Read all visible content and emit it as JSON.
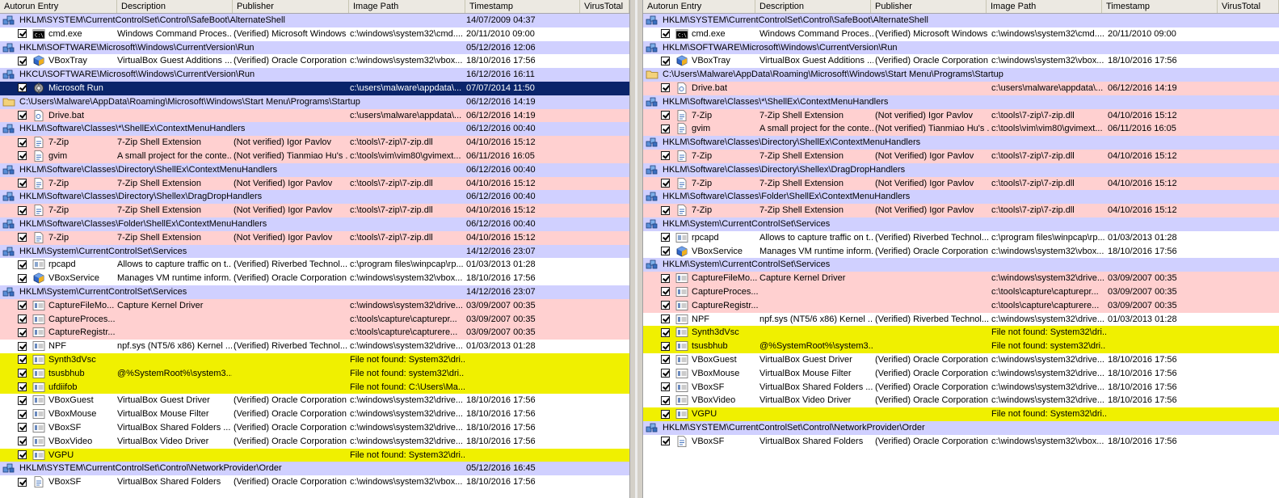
{
  "columns": [
    "Autorun Entry",
    "Description",
    "Publisher",
    "Image Path",
    "Timestamp",
    "VirusTotal"
  ],
  "colors": {
    "key_row": "#d0d0ff",
    "pink_row": "#ffd0d0",
    "yellow_row": "#f0f000",
    "selected_row": "#0a246a"
  },
  "left": {
    "rows": [
      {
        "type": "key",
        "icon": "registry-icon",
        "entry": "HKLM\\SYSTEM\\CurrentControlSet\\Control\\SafeBoot\\AlternateShell",
        "ts": "14/07/2009 04:37"
      },
      {
        "type": "item",
        "bg": "white",
        "icon": "cmd-icon",
        "entry": "cmd.exe",
        "desc": "Windows Command Proces...",
        "pub": "(Verified) Microsoft Windows",
        "path": "c:\\windows\\system32\\cmd....",
        "ts": "20/11/2010 09:00"
      },
      {
        "type": "key",
        "icon": "registry-icon",
        "entry": "HKLM\\SOFTWARE\\Microsoft\\Windows\\CurrentVersion\\Run",
        "ts": "05/12/2016 12:06"
      },
      {
        "type": "item",
        "bg": "white",
        "icon": "vbox-icon",
        "entry": "VBoxTray",
        "desc": "VirtualBox Guest Additions ...",
        "pub": "(Verified) Oracle Corporation",
        "path": "c:\\windows\\system32\\vbox...",
        "ts": "18/10/2016 17:56"
      },
      {
        "type": "key",
        "icon": "registry-icon",
        "entry": "HKCU\\SOFTWARE\\Microsoft\\Windows\\CurrentVersion\\Run",
        "ts": "16/12/2016 16:11"
      },
      {
        "type": "item",
        "bg": "selected",
        "icon": "run-icon",
        "entry": "Microsoft Run",
        "desc": "",
        "pub": "",
        "path": "c:\\users\\malware\\appdata\\...",
        "ts": "07/07/2014 11:50"
      },
      {
        "type": "key",
        "icon": "folder-icon",
        "entry": "C:\\Users\\Malware\\AppData\\Roaming\\Microsoft\\Windows\\Start Menu\\Programs\\Startup",
        "ts": "06/12/2016 14:19"
      },
      {
        "type": "item",
        "bg": "pink",
        "icon": "file-icon",
        "entry": "Drive.bat",
        "desc": "",
        "pub": "",
        "path": "c:\\users\\malware\\appdata\\...",
        "ts": "06/12/2016 14:19"
      },
      {
        "type": "key",
        "icon": "registry-icon",
        "entry": "HKLM\\Software\\Classes\\*\\ShellEx\\ContextMenuHandlers",
        "ts": "06/12/2016 00:40"
      },
      {
        "type": "item",
        "bg": "pink",
        "icon": "dll-icon",
        "entry": "7-Zip",
        "desc": "7-Zip Shell Extension",
        "pub": "(Not verified) Igor Pavlov",
        "path": "c:\\tools\\7-zip\\7-zip.dll",
        "ts": "04/10/2016 15:12"
      },
      {
        "type": "item",
        "bg": "pink",
        "icon": "dll-icon",
        "entry": "gvim",
        "desc": "A small project for the conte...",
        "pub": "(Not verified) Tianmiao Hu's ...",
        "path": "c:\\tools\\vim\\vim80\\gvimext...",
        "ts": "06/11/2016 16:05"
      },
      {
        "type": "key",
        "icon": "registry-icon",
        "entry": "HKLM\\Software\\Classes\\Directory\\ShellEx\\ContextMenuHandlers",
        "ts": "06/12/2016 00:40"
      },
      {
        "type": "item",
        "bg": "pink",
        "icon": "dll-icon",
        "entry": "7-Zip",
        "desc": "7-Zip Shell Extension",
        "pub": "(Not Verified) Igor Pavlov",
        "path": "c:\\tools\\7-zip\\7-zip.dll",
        "ts": "04/10/2016 15:12"
      },
      {
        "type": "key",
        "icon": "registry-icon",
        "entry": "HKLM\\Software\\Classes\\Directory\\Shellex\\DragDropHandlers",
        "ts": "06/12/2016 00:40"
      },
      {
        "type": "item",
        "bg": "pink",
        "icon": "dll-icon",
        "entry": "7-Zip",
        "desc": "7-Zip Shell Extension",
        "pub": "(Not Verified) Igor Pavlov",
        "path": "c:\\tools\\7-zip\\7-zip.dll",
        "ts": "04/10/2016 15:12"
      },
      {
        "type": "key",
        "icon": "registry-icon",
        "entry": "HKLM\\Software\\Classes\\Folder\\ShellEx\\ContextMenuHandlers",
        "ts": "06/12/2016 00:40"
      },
      {
        "type": "item",
        "bg": "pink",
        "icon": "dll-icon",
        "entry": "7-Zip",
        "desc": "7-Zip Shell Extension",
        "pub": "(Not Verified) Igor Pavlov",
        "path": "c:\\tools\\7-zip\\7-zip.dll",
        "ts": "04/10/2016 15:12"
      },
      {
        "type": "key",
        "icon": "registry-icon",
        "entry": "HKLM\\System\\CurrentControlSet\\Services",
        "ts": "14/12/2016 23:07"
      },
      {
        "type": "item",
        "bg": "white",
        "icon": "service-icon",
        "entry": "rpcapd",
        "desc": "Allows to capture traffic on t...",
        "pub": "(Verified) Riverbed Technol...",
        "path": "c:\\program files\\winpcap\\rp...",
        "ts": "01/03/2013 01:28"
      },
      {
        "type": "item",
        "bg": "white",
        "icon": "vbox-icon",
        "entry": "VBoxService",
        "desc": "Manages VM runtime inform...",
        "pub": "(Verified) Oracle Corporation",
        "path": "c:\\windows\\system32\\vbox...",
        "ts": "18/10/2016 17:56"
      },
      {
        "type": "key",
        "icon": "registry-icon",
        "entry": "HKLM\\System\\CurrentControlSet\\Services",
        "ts": "14/12/2016 23:07"
      },
      {
        "type": "item",
        "bg": "pink",
        "icon": "driver-icon",
        "entry": "CaptureFileMo...",
        "desc": "Capture Kernel Driver",
        "pub": "",
        "path": "c:\\windows\\system32\\drive...",
        "ts": "03/09/2007 00:35"
      },
      {
        "type": "item",
        "bg": "pink",
        "icon": "driver-icon",
        "entry": "CaptureProces...",
        "desc": "",
        "pub": "",
        "path": "c:\\tools\\capture\\capturepr...",
        "ts": "03/09/2007 00:35"
      },
      {
        "type": "item",
        "bg": "pink",
        "icon": "driver-icon",
        "entry": "CaptureRegistr...",
        "desc": "",
        "pub": "",
        "path": "c:\\tools\\capture\\capturere...",
        "ts": "03/09/2007 00:35"
      },
      {
        "type": "item",
        "bg": "white",
        "icon": "driver-icon",
        "entry": "NPF",
        "desc": "npf.sys (NT5/6 x86) Kernel ...",
        "pub": "(Verified) Riverbed Technol...",
        "path": "c:\\windows\\system32\\drive...",
        "ts": "01/03/2013 01:28"
      },
      {
        "type": "item",
        "bg": "yellow",
        "icon": "driver-icon",
        "entry": "Synth3dVsc",
        "desc": "",
        "pub": "",
        "path": "File not found: System32\\dri...",
        "ts": ""
      },
      {
        "type": "item",
        "bg": "yellow",
        "icon": "driver-icon",
        "entry": "tsusbhub",
        "desc": "@%SystemRoot%\\system3...",
        "pub": "",
        "path": "File not found: system32\\dri...",
        "ts": ""
      },
      {
        "type": "item",
        "bg": "yellow",
        "icon": "driver-icon",
        "entry": "ufdiifob",
        "desc": "",
        "pub": "",
        "path": "File not found: C:\\Users\\Ma...",
        "ts": ""
      },
      {
        "type": "item",
        "bg": "white",
        "icon": "driver-icon",
        "entry": "VBoxGuest",
        "desc": "VirtualBox Guest Driver",
        "pub": "(Verified) Oracle Corporation",
        "path": "c:\\windows\\system32\\drive...",
        "ts": "18/10/2016 17:56"
      },
      {
        "type": "item",
        "bg": "white",
        "icon": "driver-icon",
        "entry": "VBoxMouse",
        "desc": "VirtualBox Mouse Filter",
        "pub": "(Verified) Oracle Corporation",
        "path": "c:\\windows\\system32\\drive...",
        "ts": "18/10/2016 17:56"
      },
      {
        "type": "item",
        "bg": "white",
        "icon": "driver-icon",
        "entry": "VBoxSF",
        "desc": "VirtualBox Shared Folders ...",
        "pub": "(Verified) Oracle Corporation",
        "path": "c:\\windows\\system32\\drive...",
        "ts": "18/10/2016 17:56"
      },
      {
        "type": "item",
        "bg": "white",
        "icon": "driver-icon",
        "entry": "VBoxVideo",
        "desc": "VirtualBox Video Driver",
        "pub": "(Verified) Oracle Corporation",
        "path": "c:\\windows\\system32\\drive...",
        "ts": "18/10/2016 17:56"
      },
      {
        "type": "item",
        "bg": "yellow",
        "icon": "driver-icon",
        "entry": "VGPU",
        "desc": "",
        "pub": "",
        "path": "File not found: System32\\dri...",
        "ts": ""
      },
      {
        "type": "key",
        "icon": "registry-icon",
        "entry": "HKLM\\SYSTEM\\CurrentControlSet\\Control\\NetworkProvider\\Order",
        "ts": "05/12/2016 16:45"
      },
      {
        "type": "item",
        "bg": "white",
        "icon": "dll-icon",
        "entry": "VBoxSF",
        "desc": "VirtualBox Shared Folders",
        "pub": "(Verified) Oracle Corporation",
        "path": "c:\\windows\\system32\\vbox...",
        "ts": "18/10/2016 17:56"
      }
    ]
  },
  "right": {
    "rows": [
      {
        "type": "key",
        "icon": "registry-icon",
        "entry": "HKLM\\SYSTEM\\CurrentControlSet\\Control\\SafeBoot\\AlternateShell",
        "ts": ""
      },
      {
        "type": "item",
        "bg": "white",
        "icon": "cmd-icon",
        "entry": "cmd.exe",
        "desc": "Windows Command Proces...",
        "pub": "(Verified) Microsoft Windows",
        "path": "c:\\windows\\system32\\cmd....",
        "ts": "20/11/2010 09:00"
      },
      {
        "type": "key",
        "icon": "registry-icon",
        "entry": "HKLM\\SOFTWARE\\Microsoft\\Windows\\CurrentVersion\\Run",
        "ts": ""
      },
      {
        "type": "item",
        "bg": "white",
        "icon": "vbox-icon",
        "entry": "VBoxTray",
        "desc": "VirtualBox Guest Additions ...",
        "pub": "(Verified) Oracle Corporation",
        "path": "c:\\windows\\system32\\vbox...",
        "ts": "18/10/2016 17:56"
      },
      {
        "type": "key",
        "icon": "folder-icon",
        "entry": "C:\\Users\\Malware\\AppData\\Roaming\\Microsoft\\Windows\\Start Menu\\Programs\\Startup",
        "ts": ""
      },
      {
        "type": "item",
        "bg": "pink",
        "icon": "file-icon",
        "entry": "Drive.bat",
        "desc": "",
        "pub": "",
        "path": "c:\\users\\malware\\appdata\\...",
        "ts": "06/12/2016 14:19"
      },
      {
        "type": "key",
        "icon": "registry-icon",
        "entry": "HKLM\\Software\\Classes\\*\\ShellEx\\ContextMenuHandlers",
        "ts": ""
      },
      {
        "type": "item",
        "bg": "pink",
        "icon": "dll-icon",
        "entry": "7-Zip",
        "desc": "7-Zip Shell Extension",
        "pub": "(Not verified) Igor Pavlov",
        "path": "c:\\tools\\7-zip\\7-zip.dll",
        "ts": "04/10/2016 15:12"
      },
      {
        "type": "item",
        "bg": "pink",
        "icon": "dll-icon",
        "entry": "gvim",
        "desc": "A small project for the conte...",
        "pub": "(Not verified) Tianmiao Hu's ...",
        "path": "c:\\tools\\vim\\vim80\\gvimext...",
        "ts": "06/11/2016 16:05"
      },
      {
        "type": "key",
        "icon": "registry-icon",
        "entry": "HKLM\\Software\\Classes\\Directory\\ShellEx\\ContextMenuHandlers",
        "ts": ""
      },
      {
        "type": "item",
        "bg": "pink",
        "icon": "dll-icon",
        "entry": "7-Zip",
        "desc": "7-Zip Shell Extension",
        "pub": "(Not Verified) Igor Pavlov",
        "path": "c:\\tools\\7-zip\\7-zip.dll",
        "ts": "04/10/2016 15:12"
      },
      {
        "type": "key",
        "icon": "registry-icon",
        "entry": "HKLM\\Software\\Classes\\Directory\\Shellex\\DragDropHandlers",
        "ts": ""
      },
      {
        "type": "item",
        "bg": "pink",
        "icon": "dll-icon",
        "entry": "7-Zip",
        "desc": "7-Zip Shell Extension",
        "pub": "(Not Verified) Igor Pavlov",
        "path": "c:\\tools\\7-zip\\7-zip.dll",
        "ts": "04/10/2016 15:12"
      },
      {
        "type": "key",
        "icon": "registry-icon",
        "entry": "HKLM\\Software\\Classes\\Folder\\ShellEx\\ContextMenuHandlers",
        "ts": ""
      },
      {
        "type": "item",
        "bg": "pink",
        "icon": "dll-icon",
        "entry": "7-Zip",
        "desc": "7-Zip Shell Extension",
        "pub": "(Not Verified) Igor Pavlov",
        "path": "c:\\tools\\7-zip\\7-zip.dll",
        "ts": "04/10/2016 15:12"
      },
      {
        "type": "key",
        "icon": "registry-icon",
        "entry": "HKLM\\System\\CurrentControlSet\\Services",
        "ts": ""
      },
      {
        "type": "item",
        "bg": "white",
        "icon": "service-icon",
        "entry": "rpcapd",
        "desc": "Allows to capture traffic on t...",
        "pub": "(Verified) Riverbed Technol...",
        "path": "c:\\program files\\winpcap\\rp...",
        "ts": "01/03/2013 01:28"
      },
      {
        "type": "item",
        "bg": "white",
        "icon": "vbox-icon",
        "entry": "VBoxService",
        "desc": "Manages VM runtime inform...",
        "pub": "(Verified) Oracle Corporation",
        "path": "c:\\windows\\system32\\vbox...",
        "ts": "18/10/2016 17:56"
      },
      {
        "type": "key",
        "icon": "registry-icon",
        "entry": "HKLM\\System\\CurrentControlSet\\Services",
        "ts": ""
      },
      {
        "type": "item",
        "bg": "pink",
        "icon": "driver-icon",
        "entry": "CaptureFileMo...",
        "desc": "Capture Kernel Driver",
        "pub": "",
        "path": "c:\\windows\\system32\\drive...",
        "ts": "03/09/2007 00:35"
      },
      {
        "type": "item",
        "bg": "pink",
        "icon": "driver-icon",
        "entry": "CaptureProces...",
        "desc": "",
        "pub": "",
        "path": "c:\\tools\\capture\\capturepr...",
        "ts": "03/09/2007 00:35"
      },
      {
        "type": "item",
        "bg": "pink",
        "icon": "driver-icon",
        "entry": "CaptureRegistr...",
        "desc": "",
        "pub": "",
        "path": "c:\\tools\\capture\\capturere...",
        "ts": "03/09/2007 00:35"
      },
      {
        "type": "item",
        "bg": "white",
        "icon": "driver-icon",
        "entry": "NPF",
        "desc": "npf.sys (NT5/6 x86) Kernel ...",
        "pub": "(Verified) Riverbed Technol...",
        "path": "c:\\windows\\system32\\drive...",
        "ts": "01/03/2013 01:28"
      },
      {
        "type": "item",
        "bg": "yellow",
        "icon": "driver-icon",
        "entry": "Synth3dVsc",
        "desc": "",
        "pub": "",
        "path": "File not found: System32\\dri...",
        "ts": ""
      },
      {
        "type": "item",
        "bg": "yellow",
        "icon": "driver-icon",
        "entry": "tsusbhub",
        "desc": "@%SystemRoot%\\system3...",
        "pub": "",
        "path": "File not found: system32\\dri...",
        "ts": ""
      },
      {
        "type": "item",
        "bg": "white",
        "icon": "driver-icon",
        "entry": "VBoxGuest",
        "desc": "VirtualBox Guest Driver",
        "pub": "(Verified) Oracle Corporation",
        "path": "c:\\windows\\system32\\drive...",
        "ts": "18/10/2016 17:56"
      },
      {
        "type": "item",
        "bg": "white",
        "icon": "driver-icon",
        "entry": "VBoxMouse",
        "desc": "VirtualBox Mouse Filter",
        "pub": "(Verified) Oracle Corporation",
        "path": "c:\\windows\\system32\\drive...",
        "ts": "18/10/2016 17:56"
      },
      {
        "type": "item",
        "bg": "white",
        "icon": "driver-icon",
        "entry": "VBoxSF",
        "desc": "VirtualBox Shared Folders ...",
        "pub": "(Verified) Oracle Corporation",
        "path": "c:\\windows\\system32\\drive...",
        "ts": "18/10/2016 17:56"
      },
      {
        "type": "item",
        "bg": "white",
        "icon": "driver-icon",
        "entry": "VBoxVideo",
        "desc": "VirtualBox Video Driver",
        "pub": "(Verified) Oracle Corporation",
        "path": "c:\\windows\\system32\\drive...",
        "ts": "18/10/2016 17:56"
      },
      {
        "type": "item",
        "bg": "yellow",
        "icon": "driver-icon",
        "entry": "VGPU",
        "desc": "",
        "pub": "",
        "path": "File not found: System32\\dri...",
        "ts": ""
      },
      {
        "type": "key",
        "icon": "registry-icon",
        "entry": "HKLM\\SYSTEM\\CurrentControlSet\\Control\\NetworkProvider\\Order",
        "ts": ""
      },
      {
        "type": "item",
        "bg": "white",
        "icon": "dll-icon",
        "entry": "VBoxSF",
        "desc": "VirtualBox Shared Folders",
        "pub": "(Verified) Oracle Corporation",
        "path": "c:\\windows\\system32\\vbox...",
        "ts": "18/10/2016 17:56"
      }
    ]
  }
}
